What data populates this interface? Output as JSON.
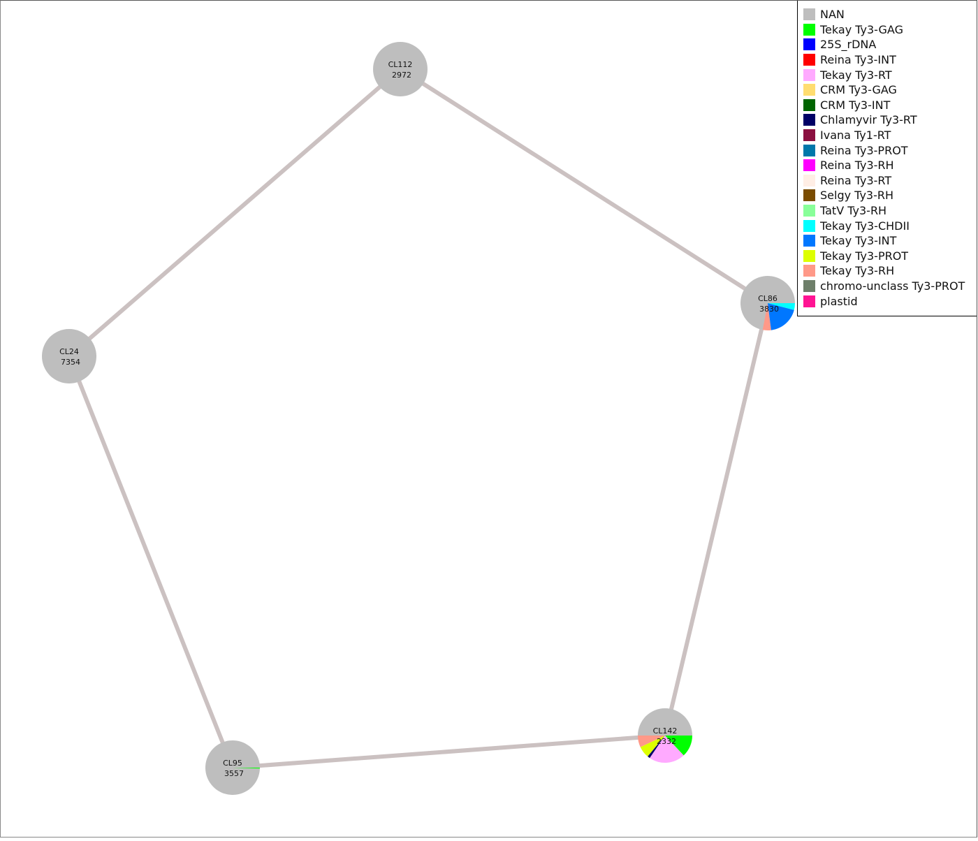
{
  "graph": {
    "edge_color": "#cbc1c1",
    "nodes": [
      {
        "id": "CL112",
        "label": "CL112",
        "size": "2972",
        "composition": [
          {
            "category": "NAN",
            "fraction": 1.0
          }
        ]
      },
      {
        "id": "CL86",
        "label": "CL86",
        "size": "3830",
        "composition": [
          {
            "category": "NAN",
            "fraction": 0.72
          },
          {
            "category": "Tekay Ty3-RH",
            "fraction": 0.05
          },
          {
            "category": "Tekay Ty3-INT",
            "fraction": 0.19
          },
          {
            "category": "Tekay Ty3-CHDII",
            "fraction": 0.04
          }
        ]
      },
      {
        "id": "CL24",
        "label": "CL24",
        "size": "7354",
        "composition": [
          {
            "category": "NAN",
            "fraction": 1.0
          }
        ]
      },
      {
        "id": "CL95",
        "label": "CL95",
        "size": "3557",
        "composition": [
          {
            "category": "NAN",
            "fraction": 0.995
          },
          {
            "category": "Tekay Ty3-GAG",
            "fraction": 0.005
          }
        ]
      },
      {
        "id": "CL142",
        "label": "CL142",
        "size": "2332",
        "composition": [
          {
            "category": "NAN",
            "fraction": 0.5
          },
          {
            "category": "Tekay Ty3-RH",
            "fraction": 0.07
          },
          {
            "category": "Tekay Ty3-PROT",
            "fraction": 0.07
          },
          {
            "category": "Chlamyvir Ty3-RT",
            "fraction": 0.015
          },
          {
            "category": "Tekay Ty3-RT",
            "fraction": 0.215
          },
          {
            "category": "Tekay Ty3-GAG",
            "fraction": 0.13
          }
        ]
      }
    ],
    "edges": [
      {
        "source": "CL112",
        "target": "CL86"
      },
      {
        "source": "CL86",
        "target": "CL142"
      },
      {
        "source": "CL142",
        "target": "CL95"
      },
      {
        "source": "CL95",
        "target": "CL24"
      },
      {
        "source": "CL24",
        "target": "CL112"
      }
    ]
  },
  "legend": {
    "items": [
      {
        "label": "NAN",
        "color": "#bebebe"
      },
      {
        "label": "Tekay Ty3-GAG",
        "color": "#00ff00"
      },
      {
        "label": "25S_rDNA",
        "color": "#0000ff"
      },
      {
        "label": "Reina Ty3-INT",
        "color": "#ff0000"
      },
      {
        "label": "Tekay Ty3-RT",
        "color": "#ffaaff"
      },
      {
        "label": "CRM Ty3-GAG",
        "color": "#ffdd70"
      },
      {
        "label": "CRM Ty3-INT",
        "color": "#006400"
      },
      {
        "label": "Chlamyvir Ty3-RT",
        "color": "#000066"
      },
      {
        "label": "Ivana Ty1-RT",
        "color": "#8b1040"
      },
      {
        "label": "Reina Ty3-PROT",
        "color": "#0077aa"
      },
      {
        "label": "Reina Ty3-RH",
        "color": "#ff00ff"
      },
      {
        "label": "Reina Ty3-RT",
        "color": "#ffeee5"
      },
      {
        "label": "Selgy Ty3-RH",
        "color": "#7a4c00"
      },
      {
        "label": "TatV Ty3-RH",
        "color": "#88ff99"
      },
      {
        "label": "Tekay Ty3-CHDII",
        "color": "#00ffff"
      },
      {
        "label": "Tekay Ty3-INT",
        "color": "#0077ff"
      },
      {
        "label": "Tekay Ty3-PROT",
        "color": "#ddff00"
      },
      {
        "label": "Tekay Ty3-RH",
        "color": "#ff9988"
      },
      {
        "label": "chromo-unclass Ty3-PROT",
        "color": "#6e7f6a"
      },
      {
        "label": "plastid",
        "color": "#ff1493"
      }
    ]
  }
}
